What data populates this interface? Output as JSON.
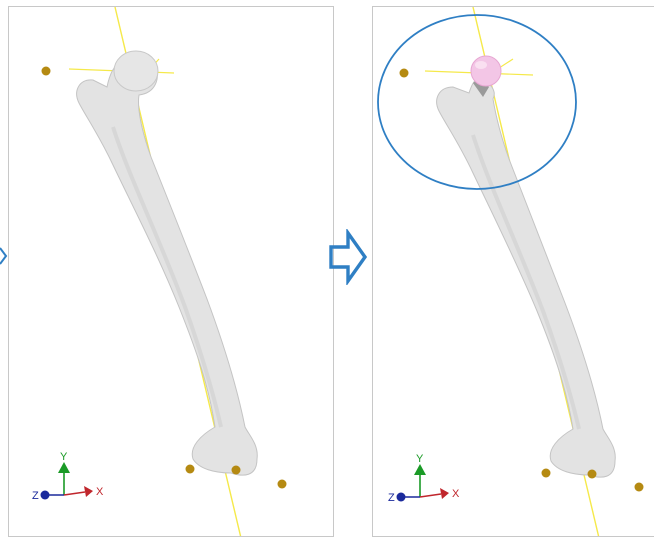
{
  "axis_labels": {
    "y": "Y",
    "z": "Z",
    "x": "X"
  },
  "colors": {
    "bone": "#e3e3e3",
    "bone_shadow": "#c4c4c4",
    "axis_line": "#f5e94a",
    "landmark": "#b58a12",
    "sphere": "#f3c6e6",
    "highlight_circle": "#2f7fc4",
    "transition_arrow": "#2f7fc4",
    "triad_y": "#1a9a26",
    "triad_x": "#c0262c",
    "triad_z": "#1b2a9c"
  },
  "icons": {
    "transition": "right-arrow-icon",
    "edge_arrow": "partial-arrow-icon",
    "landmark": "landmark-dot-icon",
    "triad": "xyz-axis-triad-icon"
  }
}
